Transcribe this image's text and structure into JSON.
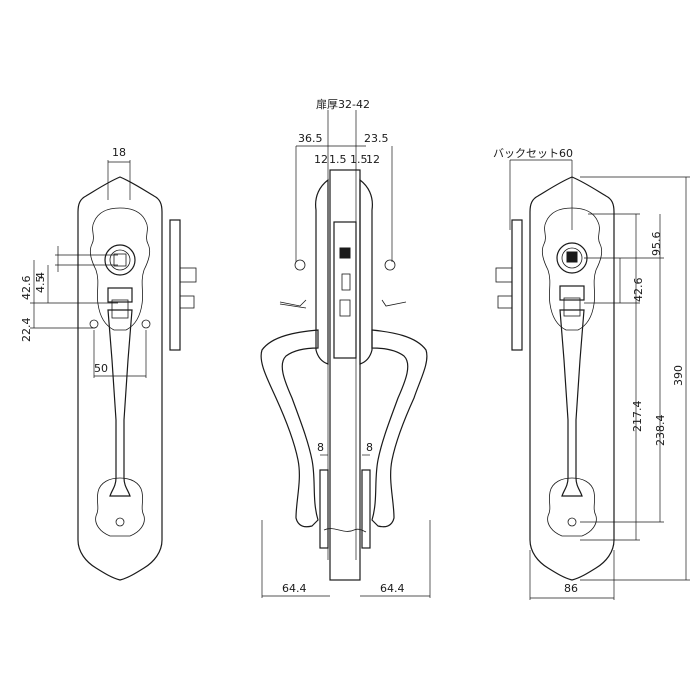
{
  "labels": {
    "door_thickness": "扉厚32-42",
    "backset": "バックセット60",
    "d18": "18",
    "d4": "4",
    "d4_5": "4.5",
    "d42_6_left": "42.6",
    "d22_4": "22.4",
    "d50": "50",
    "d36_5": "36.5",
    "d23_5": "23.5",
    "d12_left": "12",
    "d1_5_left": "1.5",
    "d1_5_right": "1.5",
    "d12_right": "12",
    "d8_left": "8",
    "d8_right": "8",
    "d64_4_left": "64.4",
    "d64_4_right": "64.4",
    "d95_6": "95.6",
    "d42_6_right": "42.6",
    "d217_4": "217.4",
    "d238_4": "238.4",
    "d390": "390",
    "d86": "86"
  }
}
